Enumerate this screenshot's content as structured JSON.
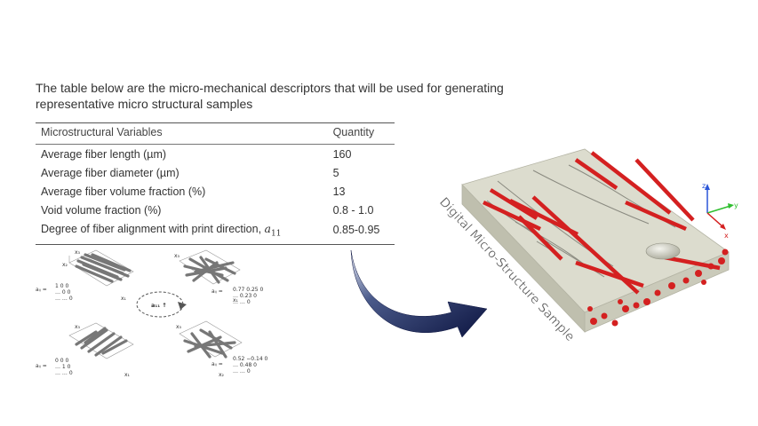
{
  "intro_text": "The table below are the micro-mechanical descriptors that will be used for generating representative micro structural samples",
  "table": {
    "headers": [
      "Microstructural Variables",
      "Quantity"
    ],
    "rows": [
      {
        "variable": "Average fiber length (µm)",
        "quantity": "160"
      },
      {
        "variable": "Average fiber diameter (µm)",
        "quantity": "5"
      },
      {
        "variable": "Average fiber volume fraction (%)",
        "quantity": "13"
      },
      {
        "variable": "Void volume fraction (%)",
        "quantity": "0.8 - 1.0"
      },
      {
        "variable": "Degree of fiber alignment with print direction, ",
        "symbol": "a",
        "symbol_sub": "11",
        "quantity": "0.85-0.95"
      }
    ]
  },
  "orientation_panel": {
    "axis_labels": {
      "x1": "x₁",
      "x2": "x₂",
      "x3": "x₃"
    },
    "center_label": "a₁₁ ↑",
    "matrices": [
      {
        "label": "aᵢⱼ =",
        "rows": [
          "1   0   0",
          "…   0   0",
          "…   …   0"
        ]
      },
      {
        "label": "aᵢⱼ =",
        "rows": [
          "0.77   0.25   0",
          "…   0.23   0",
          "…   …   0"
        ]
      },
      {
        "label": "aᵢⱼ =",
        "rows": [
          "0   0   0",
          "…   1   0",
          "…   …   0"
        ]
      },
      {
        "label": "aᵢⱼ =",
        "rows": [
          "0.52   −0.14   0",
          "…   0.48   0",
          "…   …   0"
        ]
      }
    ]
  },
  "sample": {
    "label": "Digital Micro-Structure Sample",
    "axes": {
      "z": "z",
      "y": "y",
      "x": "x"
    }
  },
  "colors": {
    "fiber_red": "#d42020",
    "block_top": "#dcdcce",
    "block_side": "#c6c6b6",
    "arrow_dark": "#101a4a"
  }
}
